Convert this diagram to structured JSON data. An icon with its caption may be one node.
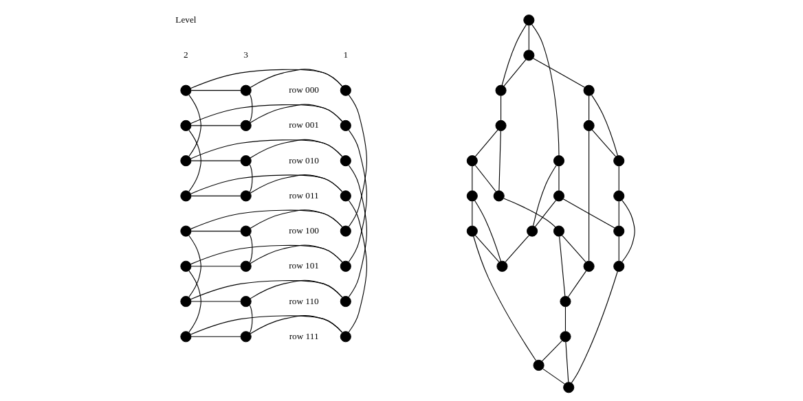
{
  "diagram": {
    "nodes": [
      {
        "text": [],
        "shape": "circle"
      },
      {
        "text": [],
        "shape": "circle"
      },
      {
        "text": [],
        "shape": "circle"
      },
      {
        "text": [],
        "shape": "circle"
      },
      {
        "text": [],
        "shape": "circle"
      },
      {
        "text": [],
        "shape": "circle"
      },
      {
        "text": [],
        "shape": "circle"
      },
      {
        "text": [],
        "shape": "circle"
      },
      {
        "text": [],
        "shape": "circle"
      },
      {
        "text": [],
        "shape": "circle"
      },
      {
        "text": [],
        "shape": "circle"
      },
      {
        "text": [],
        "shape": "circle"
      },
      {
        "text": [],
        "shape": "circle"
      },
      {
        "text": [],
        "shape": "circle"
      },
      {
        "text": [],
        "shape": "circle"
      },
      {
        "text": [],
        "shape": "circle"
      },
      {
        "text": [],
        "shape": "circle"
      },
      {
        "text": [],
        "shape": "circle"
      },
      {
        "text": [],
        "shape": "circle"
      },
      {
        "text": [],
        "shape": "circle"
      },
      {
        "text": [],
        "shape": "circle"
      },
      {
        "text": [],
        "shape": "circle"
      },
      {
        "text": [],
        "shape": "circle"
      },
      {
        "text": [],
        "shape": "circle"
      },
      {
        "text": [],
        "shape": "circle"
      },
      {
        "text": [],
        "shape": "circle"
      },
      {
        "text": [],
        "shape": "circle"
      },
      {
        "text": [],
        "shape": "circle"
      },
      {
        "text": [],
        "shape": "circle"
      },
      {
        "text": [],
        "shape": "circle"
      },
      {
        "text": [],
        "shape": "circle"
      },
      {
        "text": [],
        "shape": "circle"
      },
      {
        "text": [],
        "shape": "circle"
      },
      {
        "text": [],
        "shape": "circle"
      },
      {
        "text": [],
        "shape": "circle"
      },
      {
        "text": [],
        "shape": "circle"
      },
      {
        "text": [],
        "shape": "circle"
      },
      {
        "text": [],
        "shape": "circle"
      },
      {
        "text": [],
        "shape": "circle"
      },
      {
        "text": [],
        "shape": "circle"
      },
      {
        "text": [],
        "shape": "circle"
      },
      {
        "text": [],
        "shape": "circle"
      },
      {
        "text": [],
        "shape": "circle"
      },
      {
        "text": [],
        "shape": "circle"
      },
      {
        "text": [],
        "shape": "circle"
      },
      {
        "text": [],
        "shape": "circle"
      },
      {
        "text": [],
        "shape": "circle"
      },
      {
        "text": [],
        "shape": "circle"
      }
    ],
    "edges": [
      {
        "from": 0,
        "to": 1,
        "arrow": "none"
      },
      {
        "from": 1,
        "to": 2,
        "arrow": "none"
      },
      {
        "from": 2,
        "to": 0,
        "arrow": "none"
      },
      {
        "from": 3,
        "to": 4,
        "arrow": "none"
      },
      {
        "from": 4,
        "to": 5,
        "arrow": "none"
      },
      {
        "from": 5,
        "to": 3,
        "arrow": "none"
      },
      {
        "from": 6,
        "to": 7,
        "arrow": "none"
      },
      {
        "from": 7,
        "to": 8,
        "arrow": "none"
      },
      {
        "from": 8,
        "to": 6,
        "arrow": "none"
      },
      {
        "from": 9,
        "to": 10,
        "arrow": "none"
      },
      {
        "from": 10,
        "to": 11,
        "arrow": "none"
      },
      {
        "from": 11,
        "to": 9,
        "arrow": "none"
      },
      {
        "from": 12,
        "to": 13,
        "arrow": "none"
      },
      {
        "from": 13,
        "to": 14,
        "arrow": "none"
      },
      {
        "from": 14,
        "to": 12,
        "arrow": "none"
      },
      {
        "from": 15,
        "to": 16,
        "arrow": "none"
      },
      {
        "from": 16,
        "to": 17,
        "arrow": "none"
      },
      {
        "from": 17,
        "to": 15,
        "arrow": "none"
      },
      {
        "from": 18,
        "to": 19,
        "arrow": "none"
      },
      {
        "from": 19,
        "to": 20,
        "arrow": "none"
      },
      {
        "from": 20,
        "to": 18,
        "arrow": "none"
      },
      {
        "from": 21,
        "to": 22,
        "arrow": "none"
      },
      {
        "from": 22,
        "to": 23,
        "arrow": "none"
      },
      {
        "from": 23,
        "to": 21,
        "arrow": "none"
      },
      {
        "from": 0,
        "to": 12,
        "arrow": "none"
      },
      {
        "from": 3,
        "to": 15,
        "arrow": "none"
      },
      {
        "from": 6,
        "to": 18,
        "arrow": "none"
      },
      {
        "from": 9,
        "to": 21,
        "arrow": "none"
      },
      {
        "from": 1,
        "to": 7,
        "arrow": "none"
      },
      {
        "from": 4,
        "to": 10,
        "arrow": "none"
      },
      {
        "from": 13,
        "to": 19,
        "arrow": "none"
      },
      {
        "from": 16,
        "to": 22,
        "arrow": "none"
      },
      {
        "from": 2,
        "to": 5,
        "arrow": "none"
      },
      {
        "from": 8,
        "to": 11,
        "arrow": "none"
      },
      {
        "from": 14,
        "to": 17,
        "arrow": "none"
      },
      {
        "from": 20,
        "to": 23,
        "arrow": "none"
      },
      {
        "from": 24,
        "to": 25,
        "arrow": "none"
      },
      {
        "from": 25,
        "to": 26,
        "arrow": "none"
      },
      {
        "from": 26,
        "to": 24,
        "arrow": "none"
      },
      {
        "from": 27,
        "to": 28,
        "arrow": "none"
      },
      {
        "from": 28,
        "to": 29,
        "arrow": "none"
      },
      {
        "from": 29,
        "to": 27,
        "arrow": "none"
      },
      {
        "from": 30,
        "to": 31,
        "arrow": "none"
      },
      {
        "from": 31,
        "to": 32,
        "arrow": "none"
      },
      {
        "from": 32,
        "to": 30,
        "arrow": "none"
      },
      {
        "from": 33,
        "to": 34,
        "arrow": "none"
      },
      {
        "from": 34,
        "to": 35,
        "arrow": "none"
      },
      {
        "from": 35,
        "to": 33,
        "arrow": "none"
      },
      {
        "from": 36,
        "to": 37,
        "arrow": "none"
      },
      {
        "from": 37,
        "to": 38,
        "arrow": "none"
      },
      {
        "from": 38,
        "to": 36,
        "arrow": "none"
      },
      {
        "from": 39,
        "to": 40,
        "arrow": "none"
      },
      {
        "from": 40,
        "to": 41,
        "arrow": "none"
      },
      {
        "from": 41,
        "to": 39,
        "arrow": "none"
      },
      {
        "from": 42,
        "to": 43,
        "arrow": "none"
      },
      {
        "from": 43,
        "to": 44,
        "arrow": "none"
      },
      {
        "from": 44,
        "to": 42,
        "arrow": "none"
      },
      {
        "from": 45,
        "to": 46,
        "arrow": "none"
      },
      {
        "from": 46,
        "to": 47,
        "arrow": "none"
      },
      {
        "from": 47,
        "to": 45,
        "arrow": "none"
      },
      {
        "from": 24,
        "to": 36,
        "arrow": "none"
      },
      {
        "from": 27,
        "to": 39,
        "arrow": "none"
      },
      {
        "from": 30,
        "to": 42,
        "arrow": "none"
      },
      {
        "from": 33,
        "to": 45,
        "arrow": "none"
      },
      {
        "from": 25,
        "to": 31,
        "arrow": "none"
      },
      {
        "from": 28,
        "to": 34,
        "arrow": "none"
      },
      {
        "from": 37,
        "to": 43,
        "arrow": "none"
      },
      {
        "from": 40,
        "to": 46,
        "arrow": "none"
      },
      {
        "from": 26,
        "to": 29,
        "arrow": "none"
      },
      {
        "from": 32,
        "to": 35,
        "arrow": "none"
      },
      {
        "from": 38,
        "to": 41,
        "arrow": "none"
      },
      {
        "from": 44,
        "to": 47,
        "arrow": "none"
      }
    ],
    "labels": [
      "Level",
      "1",
      "2",
      "3",
      "row 000",
      "row 001",
      "row 010",
      "row 011",
      "row 100",
      "row 101",
      "row 110",
      "row 111"
    ]
  }
}
